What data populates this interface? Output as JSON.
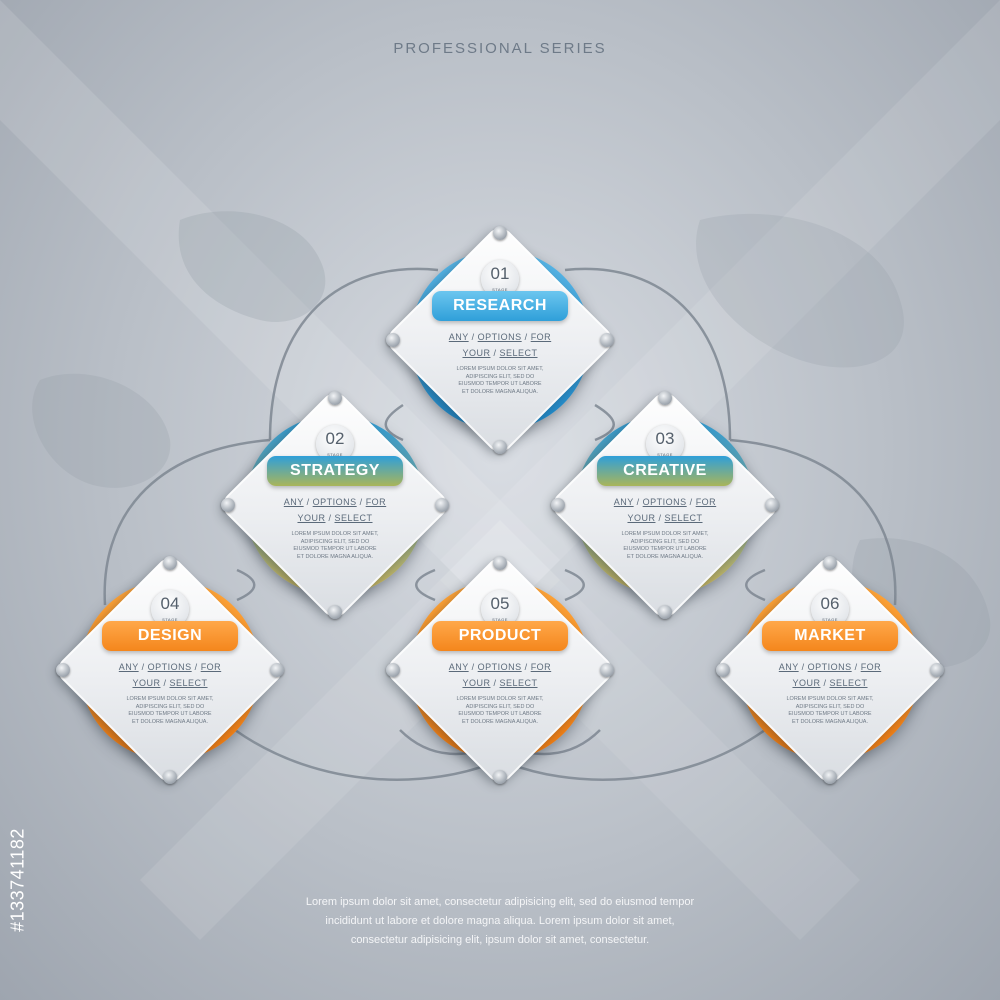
{
  "header": {
    "series_title": "PROFESSIONAL SERIES"
  },
  "colors": {
    "blue_top": "#5ab8e8",
    "blue_bottom": "#1d86c6",
    "olive_top": "#2f9bd6",
    "olive_bottom": "#c9b35a",
    "orange_top": "#ffa63a",
    "orange_bottom": "#ef7a10",
    "pill_blue": "#2f9fd9",
    "pill_orange": "#f4861c"
  },
  "stage_label": "STAGE",
  "steps": [
    {
      "number": "01",
      "title": "RESEARCH",
      "theme": "blue"
    },
    {
      "number": "02",
      "title": "STRATEGY",
      "theme": "olive"
    },
    {
      "number": "03",
      "title": "CREATIVE",
      "theme": "olive"
    },
    {
      "number": "04",
      "title": "DESIGN",
      "theme": "orange"
    },
    {
      "number": "05",
      "title": "PRODUCT",
      "theme": "orange"
    },
    {
      "number": "06",
      "title": "MARKET",
      "theme": "orange"
    }
  ],
  "card_options": {
    "any": "ANY",
    "options": "OPTIONS",
    "for": "FOR",
    "your": "YOUR",
    "select": "SELECT"
  },
  "card_lorem": "LOREM IPSUM DOLOR SIT AMET, ADIPISCING ELIT, SED DO EIUSMOD TEMPOR UT LABORE ET DOLORE MAGNA ALIQUA.",
  "footer": {
    "line1": "Lorem ipsum dolor sit amet, consectetur adipisicing elit, sed do eiusmod tempor",
    "line2": "incididunt ut labore et dolore magna aliqua. Lorem ipsum dolor sit amet,",
    "line3": "consectetur adipisicing elit, ipsum dolor sit amet, consectetur."
  },
  "watermark_id": "#133741182"
}
